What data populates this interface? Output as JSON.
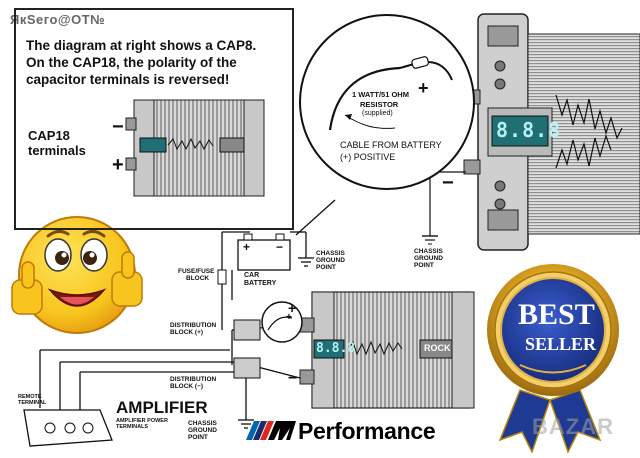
{
  "watermark": "ЯкSего@ОТ№",
  "note": {
    "line1": "The diagram at right shows a CAP8.",
    "line2": "On the CAP18, the polarity of the",
    "line3": "capacitor terminals is reversed!",
    "terminals_label_1": "CAP18",
    "terminals_label_2": "terminals",
    "minus": "−",
    "plus": "+"
  },
  "resistor": {
    "line1": "1 WATT/51 OHM",
    "line2": "RESISTOR",
    "line3": "(supplied)",
    "cable_1": "CABLE FROM BATTERY",
    "cable_2": "(+) POSITIVE",
    "plus": "+"
  },
  "right_cap": {
    "display": "8.8.8",
    "minus": "−",
    "ground_1": "CHASSIS",
    "ground_2": "GROUND",
    "ground_3": "POINT"
  },
  "battery": {
    "label_1": "CAR",
    "label_2": "BATTERY",
    "plus": "+",
    "minus": "−"
  },
  "labels": {
    "chassis_top_1": "CHASSIS",
    "chassis_top_2": "GROUND",
    "chassis_top_3": "POINT",
    "fuse_1": "FUSE/FUSE",
    "fuse_2": "BLOCK",
    "dist_pos_1": "DISTRIBUTION",
    "dist_pos_2": "BLOCK (+)",
    "dist_neg_1": "DISTRIBUTION",
    "dist_neg_2": "BLOCK (−)",
    "remote_1": "REMOTE",
    "remote_2": "TERMINAL",
    "amp": "AMPLIFIER",
    "amp_sub_1": "AMPLIFIER POWER",
    "amp_sub_2": "TERMINALS",
    "chassis_bot_1": "CHASSIS",
    "chassis_bot_2": "GROUND",
    "chassis_bot_3": "POINT",
    "bottom_minus": "−",
    "bottom_plus": "+",
    "small_plus": "+"
  },
  "bottom_cap": {
    "display": "8.8.8",
    "logo": "ROCK"
  },
  "badge": {
    "line1": "BEST",
    "line2": "SELLER"
  },
  "brand": {
    "m_performance": "Performance"
  },
  "bazar": "BAZAR",
  "colors": {
    "display_teal": "#1f6f75",
    "badge_blue": "#1f3a93",
    "badge_gold": "#d8a020",
    "m_blue": "#0066b1",
    "m_dark": "#1c2a6c",
    "m_red": "#e1251b",
    "emoji_yellow": "#f7c51e"
  }
}
